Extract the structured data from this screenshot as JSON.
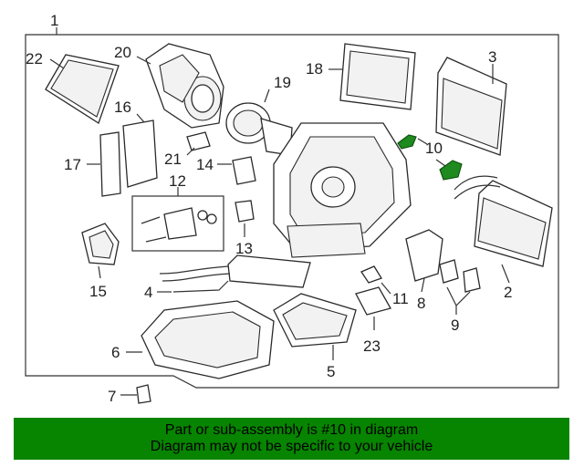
{
  "colors": {
    "banner_bg": "#078400",
    "banner_text": "#000000",
    "highlight": "#1f8a1f",
    "line": "#333333"
  },
  "callouts": {
    "c1": "1",
    "c2": "2",
    "c3": "3",
    "c4": "4",
    "c5": "5",
    "c6": "6",
    "c7": "7",
    "c8": "8",
    "c9": "9",
    "c10": "10",
    "c11": "11",
    "c12": "12",
    "c13": "13",
    "c14": "14",
    "c15": "15",
    "c16": "16",
    "c17": "17",
    "c18": "18",
    "c19": "19",
    "c20": "20",
    "c21": "21",
    "c22": "22",
    "c23": "23"
  },
  "highlighted_part": "10",
  "banner": {
    "line1": "Part or sub-assembly is #10 in diagram",
    "line2": "Diagram may not be specific to your vehicle"
  }
}
